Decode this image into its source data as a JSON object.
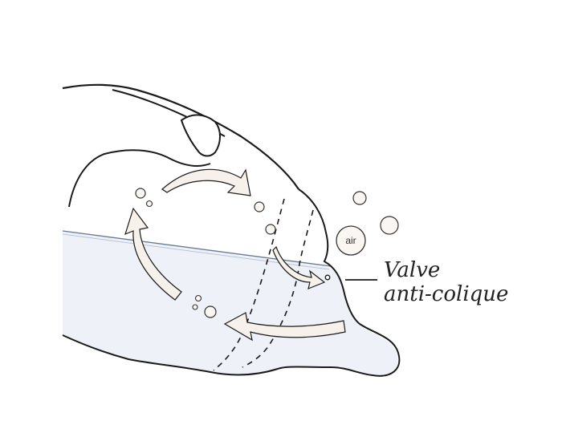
{
  "annotation": {
    "line1": "Valve",
    "line2": "anti-colique"
  },
  "bubble_label": "air",
  "colors": {
    "outline": "#1a1a1a",
    "milk": "#eef2f8",
    "arrow_fill": "#f6f1ea",
    "bubble_fill": "#faf6f1"
  }
}
